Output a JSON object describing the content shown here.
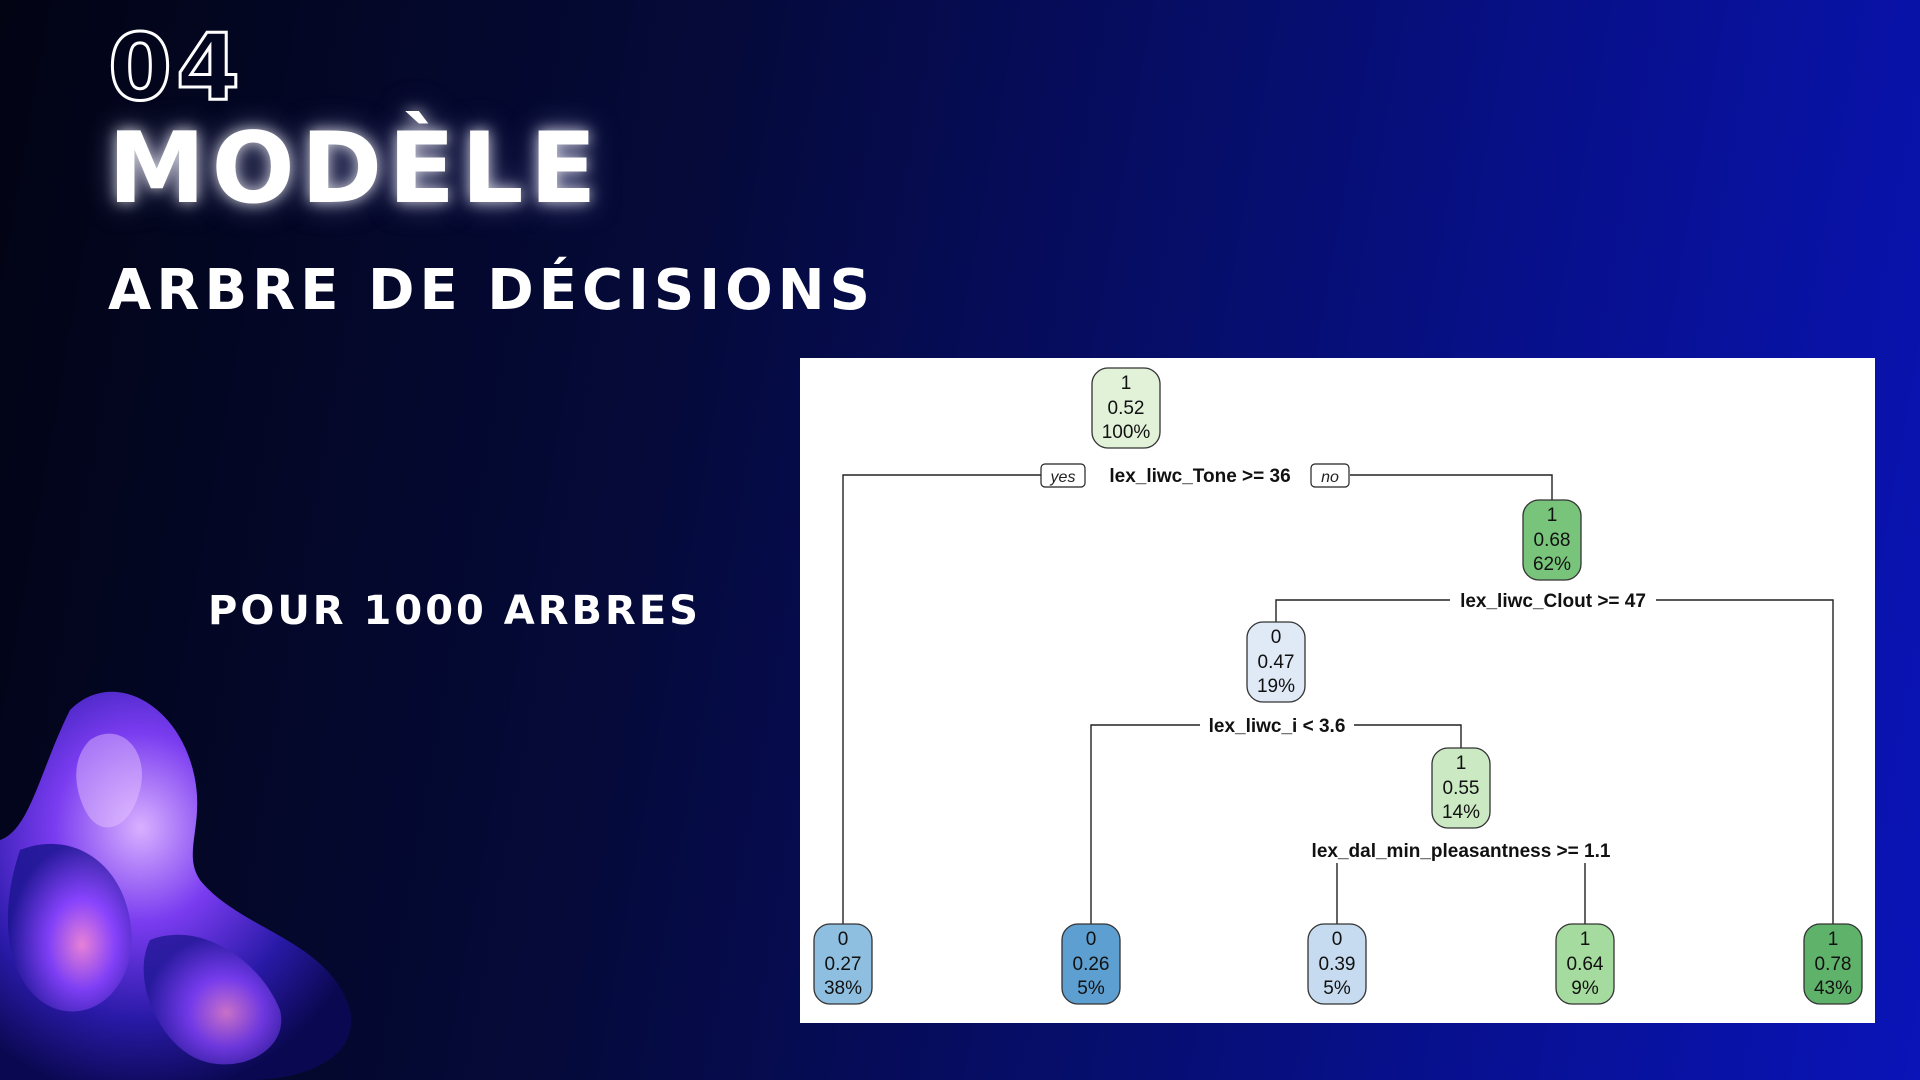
{
  "slide": {
    "number": "04",
    "title": "MODÈLE",
    "subtitle": "ARBRE DE DÉCISIONS",
    "note": "POUR 1000 ARBRES"
  },
  "tree": {
    "yes_label": "yes",
    "no_label": "no",
    "nodes": [
      {
        "id": "root",
        "class": "1",
        "prob": "0.52",
        "pct": "100%",
        "color": "#e2f2d9"
      },
      {
        "id": "n2",
        "class": "1",
        "prob": "0.68",
        "pct": "62%",
        "color": "#79c47b"
      },
      {
        "id": "n3",
        "class": "0",
        "prob": "0.47",
        "pct": "19%",
        "color": "#e0eaf6"
      },
      {
        "id": "n4",
        "class": "1",
        "prob": "0.55",
        "pct": "14%",
        "color": "#cbe9c3"
      },
      {
        "id": "leaf1",
        "class": "0",
        "prob": "0.27",
        "pct": "38%",
        "color": "#8fbfe0"
      },
      {
        "id": "leaf2",
        "class": "0",
        "prob": "0.26",
        "pct": "5%",
        "color": "#5d9fd1"
      },
      {
        "id": "leaf3",
        "class": "0",
        "prob": "0.39",
        "pct": "5%",
        "color": "#c6dbef"
      },
      {
        "id": "leaf4",
        "class": "1",
        "prob": "0.64",
        "pct": "9%",
        "color": "#a6dba0"
      },
      {
        "id": "leaf5",
        "class": "1",
        "prob": "0.78",
        "pct": "43%",
        "color": "#5fb26a"
      }
    ],
    "splits": [
      {
        "id": "s1",
        "label": "lex_liwc_Tone >= 36"
      },
      {
        "id": "s2",
        "label": "lex_liwc_Clout >= 47"
      },
      {
        "id": "s3",
        "label": "lex_liwc_i < 3.6"
      },
      {
        "id": "s4",
        "label": "lex_dal_min_pleasantness >= 1.1"
      }
    ]
  }
}
